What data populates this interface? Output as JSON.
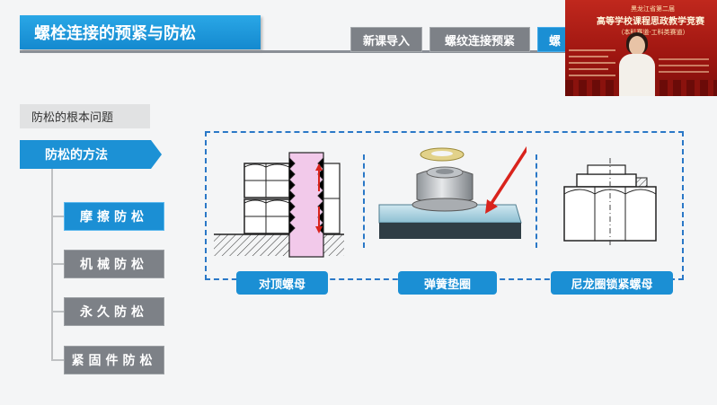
{
  "header": {
    "title": "螺栓连接的预紧与防松",
    "tabs": [
      {
        "label": "新课导入"
      },
      {
        "label": "螺纹连接预紧"
      },
      {
        "label": "螺"
      }
    ]
  },
  "video_inset": {
    "line1": "黑龙江省第二届",
    "line2": "高等学校课程思政教学竞赛",
    "line3": "（本科赛道·工科类赛道）"
  },
  "sidebar": {
    "section_label": "防松的根本问题",
    "method_label": "防松的方法",
    "items": [
      {
        "label": "摩擦防松"
      },
      {
        "label": "机械防松"
      },
      {
        "label": "永久防松"
      },
      {
        "label": "紧固件防松"
      }
    ]
  },
  "content": {
    "captions": [
      {
        "label": "对顶螺母"
      },
      {
        "label": "弹簧垫圈"
      },
      {
        "label": "尼龙圈锁紧螺母"
      }
    ]
  },
  "colors": {
    "accent_blue": "#1b8fd4",
    "tab_gray": "#7d8187",
    "arrow_red": "#d9231c"
  }
}
